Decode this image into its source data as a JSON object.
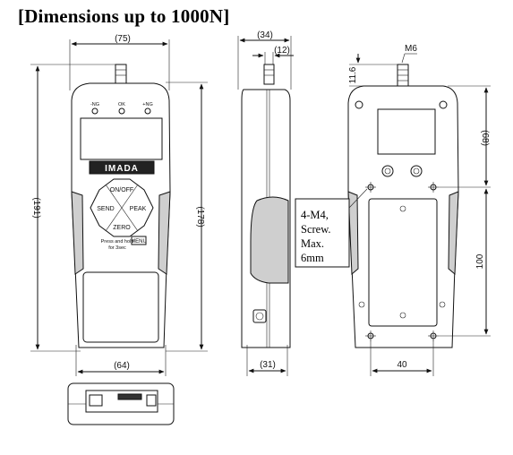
{
  "title": "[Dimensions up to 1000N]",
  "front": {
    "width_dim": "(75)",
    "overall_height_dim": "(191)",
    "body_height_dim": "(178)",
    "bottom_width_dim": "(64)",
    "led_ng_low": "-NG",
    "led_ok": "OK",
    "led_ng_high": "+NG",
    "brand": "IMADA",
    "btn_on_off": "ON/OFF",
    "btn_send": "SEND",
    "btn_peak": "PEAK",
    "btn_zero": "ZERO",
    "btn_menu": "MENU",
    "press_hold_text": "Press and hold",
    "for_text": "for 3sec"
  },
  "side": {
    "depth_dim": "(34)",
    "shaft_dim": "(12)",
    "bottom_depth_dim": "(31)"
  },
  "back": {
    "thread_label": "M6",
    "thread_len_dim": "11.6",
    "top_offset_dim": "(68)",
    "hole_pitch_v_dim": "100",
    "hole_pitch_h_dim": "40",
    "screw_note": [
      "4-M4,",
      "Screw.",
      "Max.",
      "6mm"
    ]
  }
}
